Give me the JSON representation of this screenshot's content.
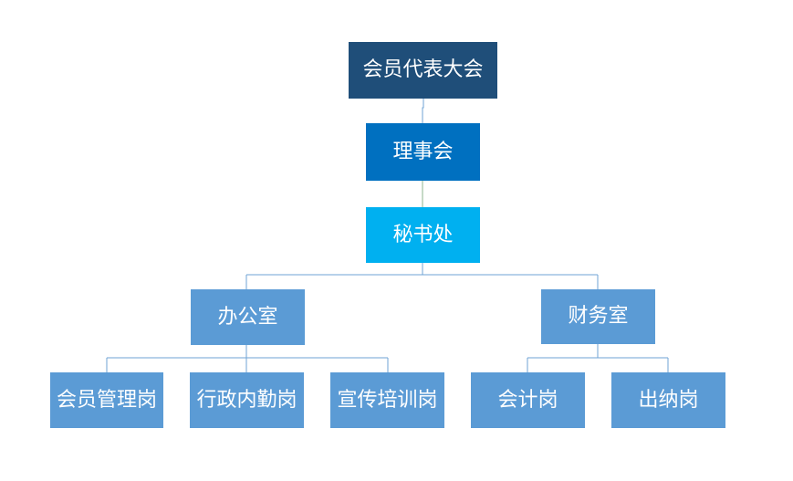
{
  "org_chart": {
    "nodes": {
      "assembly": {
        "label": "会员代表大会",
        "color": "#1F4E79"
      },
      "council": {
        "label": "理事会",
        "color": "#0070C0"
      },
      "secretariat": {
        "label": "秘书处",
        "color": "#00B0F0"
      },
      "office": {
        "label": "办公室",
        "color": "#5B9BD5"
      },
      "finance": {
        "label": "财务室",
        "color": "#5B9BD5"
      },
      "member_mgmt": {
        "label": "会员管理岗",
        "color": "#5B9BD5"
      },
      "admin": {
        "label": "行政内勤岗",
        "color": "#5B9BD5"
      },
      "promotion": {
        "label": "宣传培训岗",
        "color": "#5B9BD5"
      },
      "accountant": {
        "label": "会计岗",
        "color": "#5B9BD5"
      },
      "cashier": {
        "label": "出纳岗",
        "color": "#5B9BD5"
      }
    },
    "connectors": {
      "color": "#6FA3D4",
      "color_green": "#8DB58F"
    }
  }
}
